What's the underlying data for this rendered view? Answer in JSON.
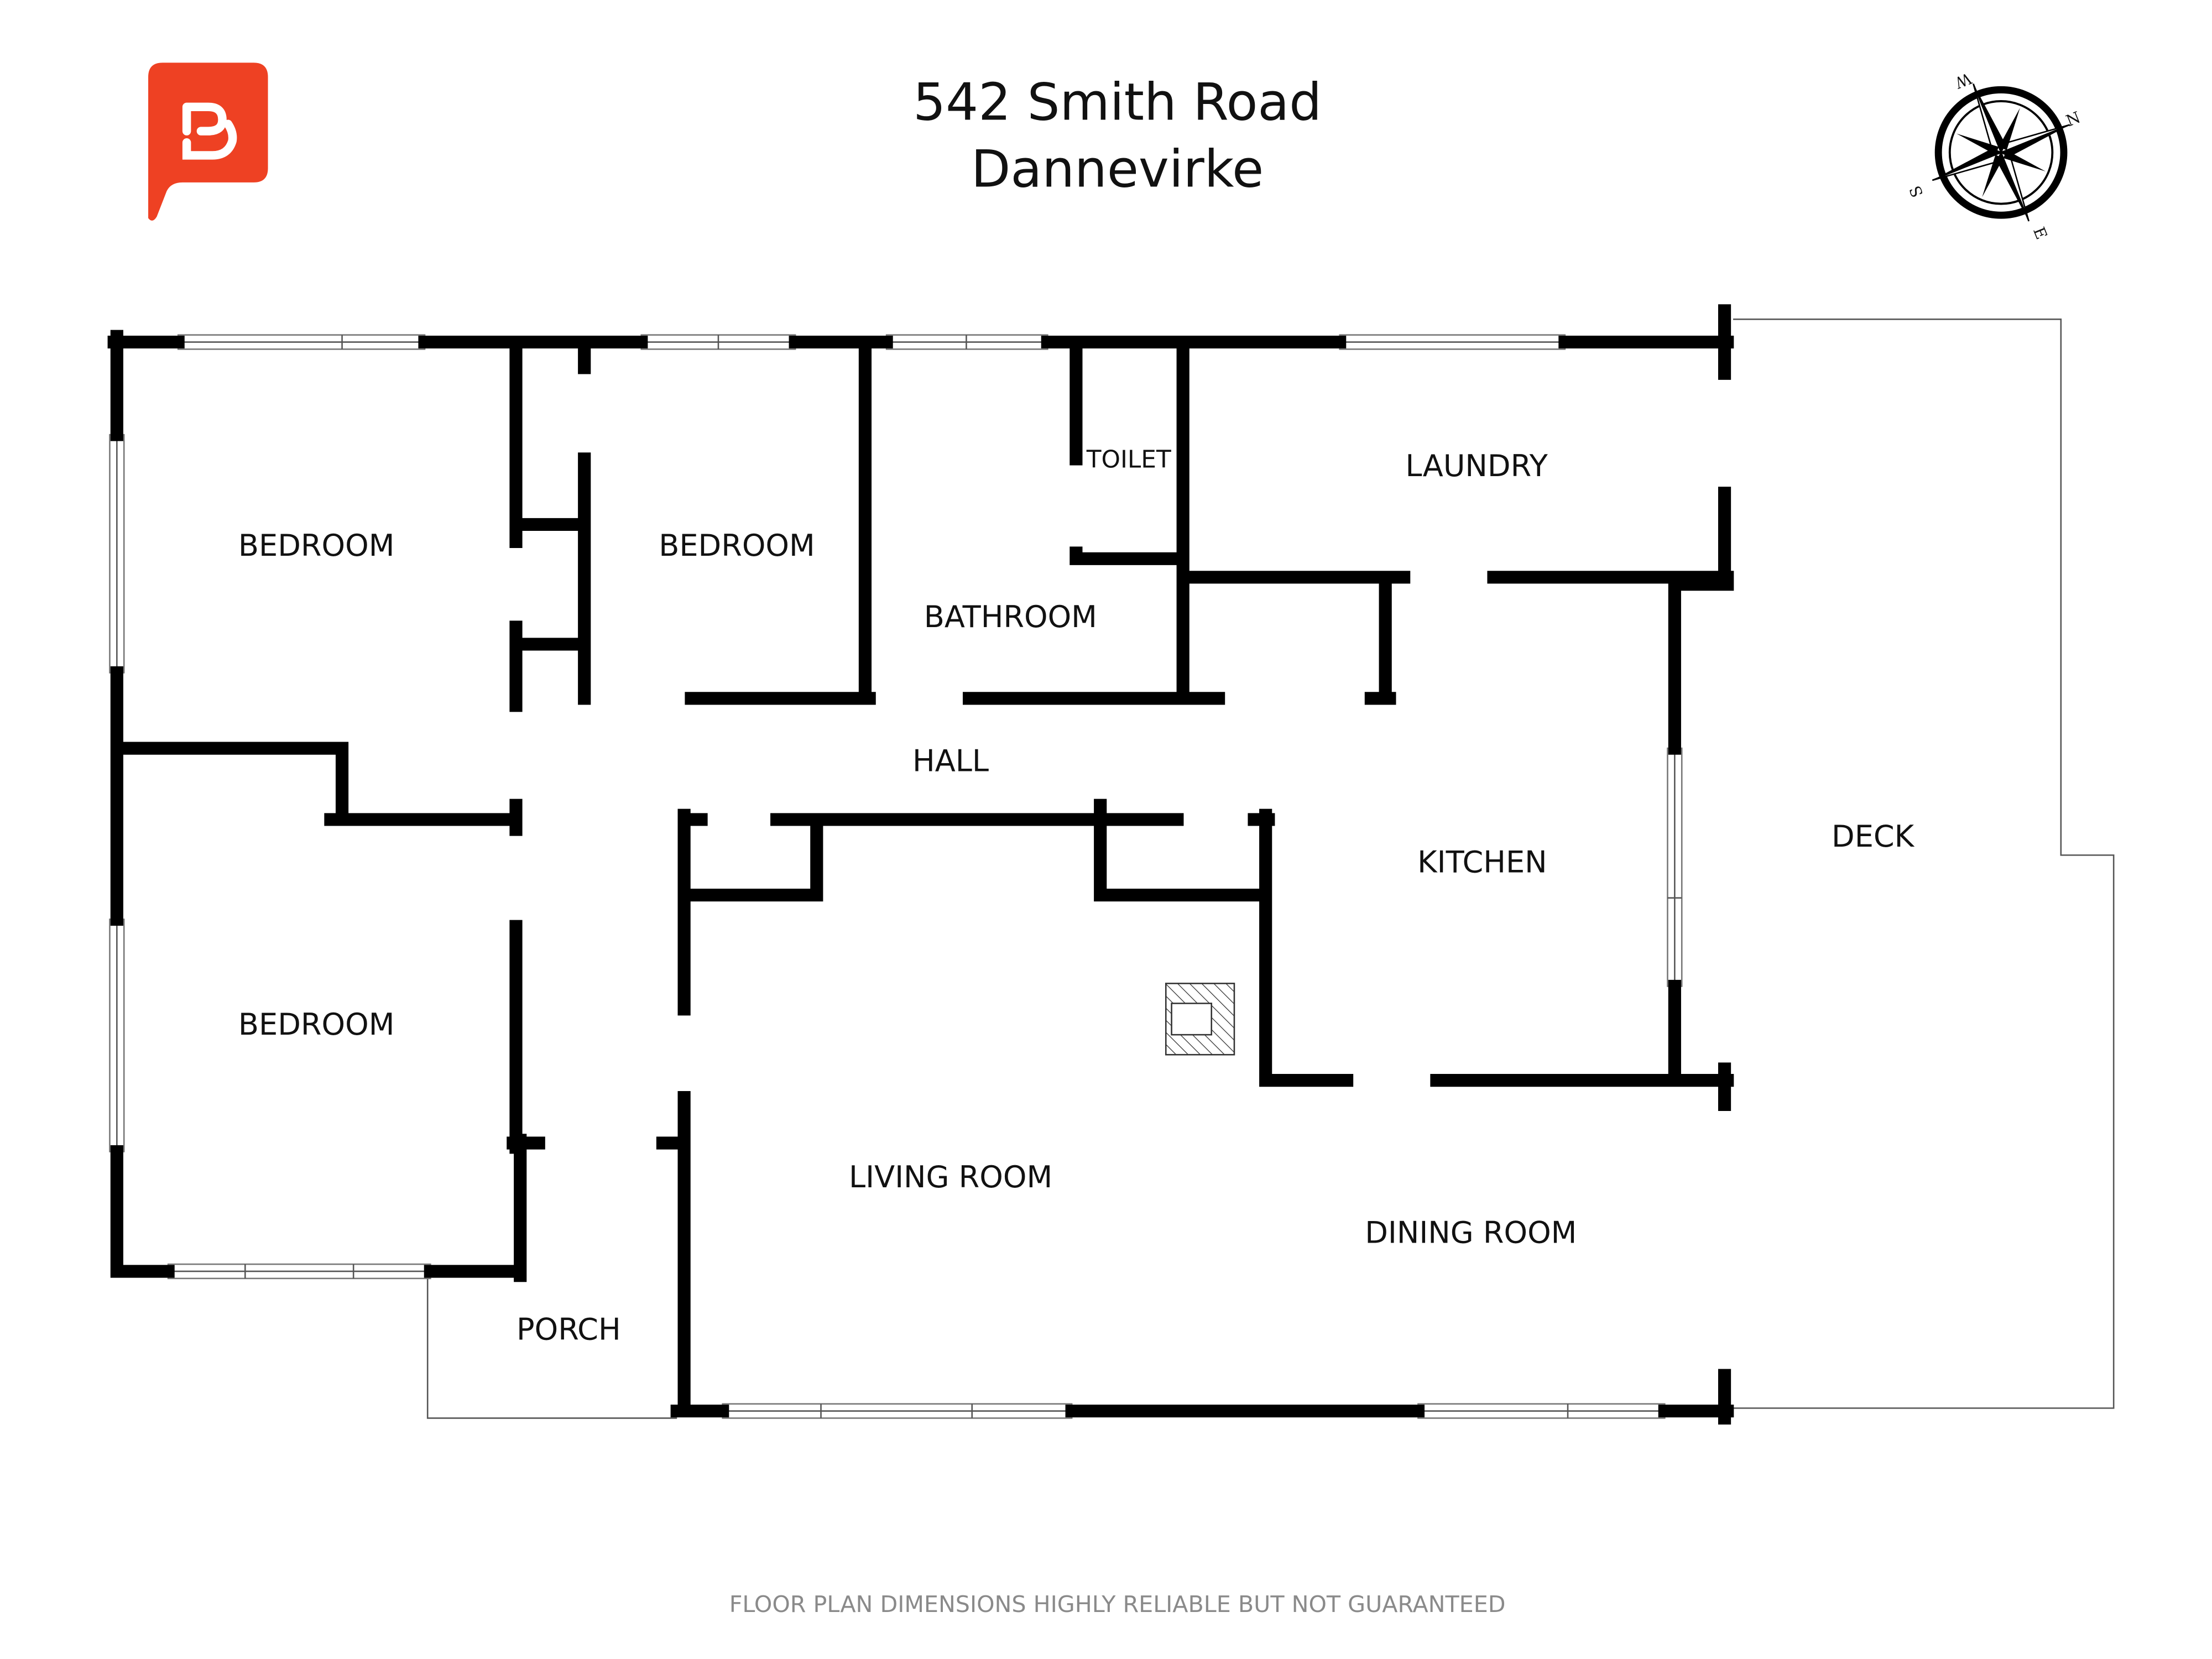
{
  "header": {
    "address_line1": "542 Smith Road",
    "address_line2": "Dannevirke"
  },
  "logo": {
    "letter": "B",
    "color": "#EE4123"
  },
  "compass": {
    "n": "N",
    "e": "E",
    "s": "S",
    "w": "W"
  },
  "rooms": {
    "bedroom_1": "BEDROOM",
    "bedroom_2": "BEDROOM",
    "bedroom_3": "BEDROOM",
    "bathroom": "BATHROOM",
    "toilet": "TOILET",
    "laundry": "LAUNDRY",
    "hall": "HALL",
    "kitchen": "KITCHEN",
    "deck": "DECK",
    "living_room": "LIVING ROOM",
    "dining_room": "DINING ROOM",
    "porch": "PORCH"
  },
  "footer": {
    "disclaimer": "FLOOR PLAN DIMENSIONS HIGHLY RELIABLE BUT NOT GUARANTEED"
  }
}
